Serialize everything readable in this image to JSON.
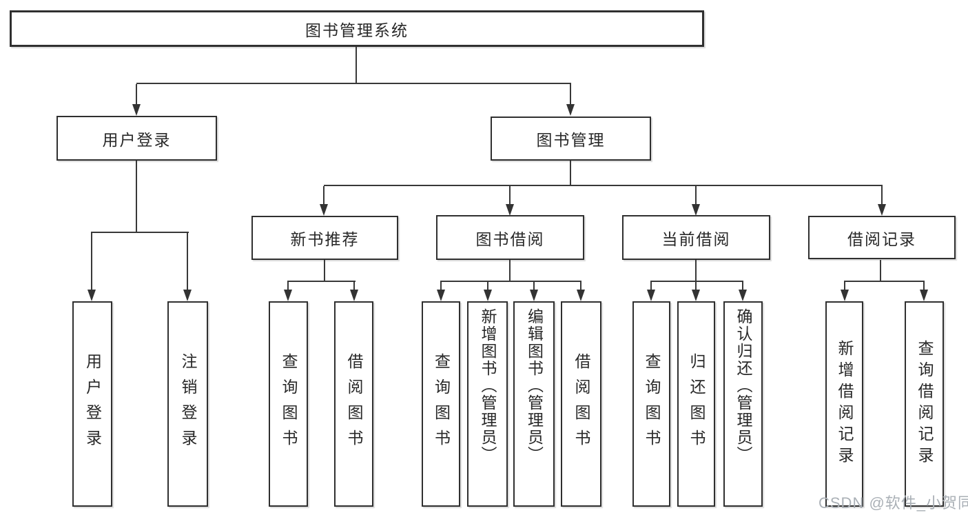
{
  "diagram": {
    "root": {
      "label": "图书管理系统"
    },
    "level2": [
      {
        "label": "用户登录"
      },
      {
        "label": "图书管理"
      }
    ],
    "level3": [
      {
        "label": "新书推荐"
      },
      {
        "label": "图书借阅"
      },
      {
        "label": "当前借阅"
      },
      {
        "label": "借阅记录"
      }
    ],
    "leaves": {
      "user_login": [
        {
          "label": "用户登录"
        },
        {
          "label": "注销登录"
        }
      ],
      "new_book": [
        {
          "label": "查询图书"
        },
        {
          "label": "借阅图书"
        }
      ],
      "book_borrow": [
        {
          "label": "查询图书"
        },
        {
          "label": "新增图书（管理员）"
        },
        {
          "label": "编辑图书（管理员）"
        },
        {
          "label": "借阅图书"
        }
      ],
      "current_borrow": [
        {
          "label": "查询图书"
        },
        {
          "label": "归还图书"
        },
        {
          "label": "确认归还（管理员）"
        }
      ],
      "borrow_record": [
        {
          "label": "新增借阅记录"
        },
        {
          "label": "查询借阅记录"
        }
      ]
    },
    "watermark": "CSDN @软件_小贺同学",
    "colors": {
      "line": "#383838",
      "border": "#2f2f2f",
      "text": "#282828",
      "watermark": "#aab0b6"
    }
  }
}
